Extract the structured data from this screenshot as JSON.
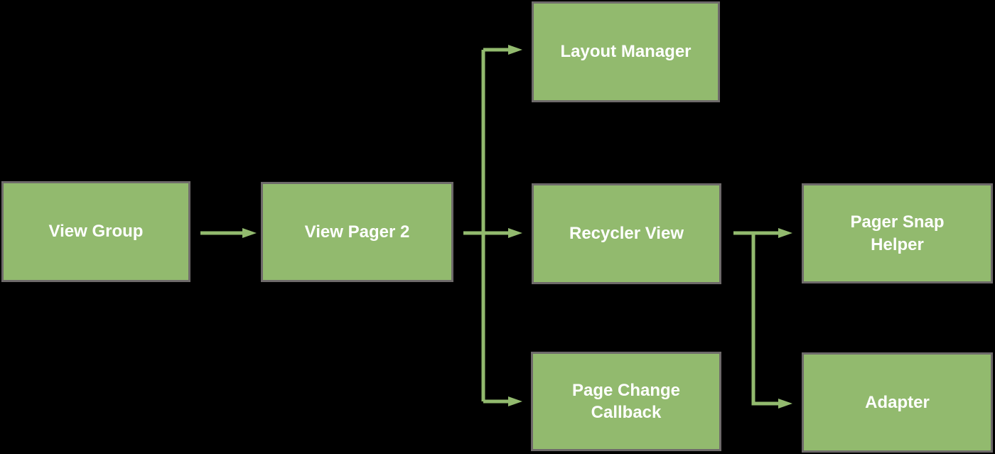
{
  "diagram": {
    "colors": {
      "background": "#000000",
      "node_fill": "#92ba6e",
      "node_border": "#6e6a6a",
      "node_text": "#ffffff",
      "arrow": "#92ba6e"
    },
    "nodes": [
      {
        "id": "view-group",
        "label": "View Group"
      },
      {
        "id": "view-pager-2",
        "label": "View Pager 2"
      },
      {
        "id": "layout-manager",
        "label": "Layout Manager"
      },
      {
        "id": "recycler-view",
        "label": "Recycler View"
      },
      {
        "id": "page-change-callback",
        "label": "Page Change Callback"
      },
      {
        "id": "pager-snap-helper",
        "label": "Pager Snap Helper"
      },
      {
        "id": "adapter",
        "label": "Adapter"
      }
    ],
    "edges": [
      {
        "from": "View Group",
        "to": "View Pager 2"
      },
      {
        "from": "View Pager 2",
        "to": "Layout Manager"
      },
      {
        "from": "View Pager 2",
        "to": "Recycler View"
      },
      {
        "from": "View Pager 2",
        "to": "Page Change Callback"
      },
      {
        "from": "Recycler View",
        "to": "Pager Snap Helper"
      },
      {
        "from": "Recycler View",
        "to": "Adapter"
      }
    ]
  }
}
